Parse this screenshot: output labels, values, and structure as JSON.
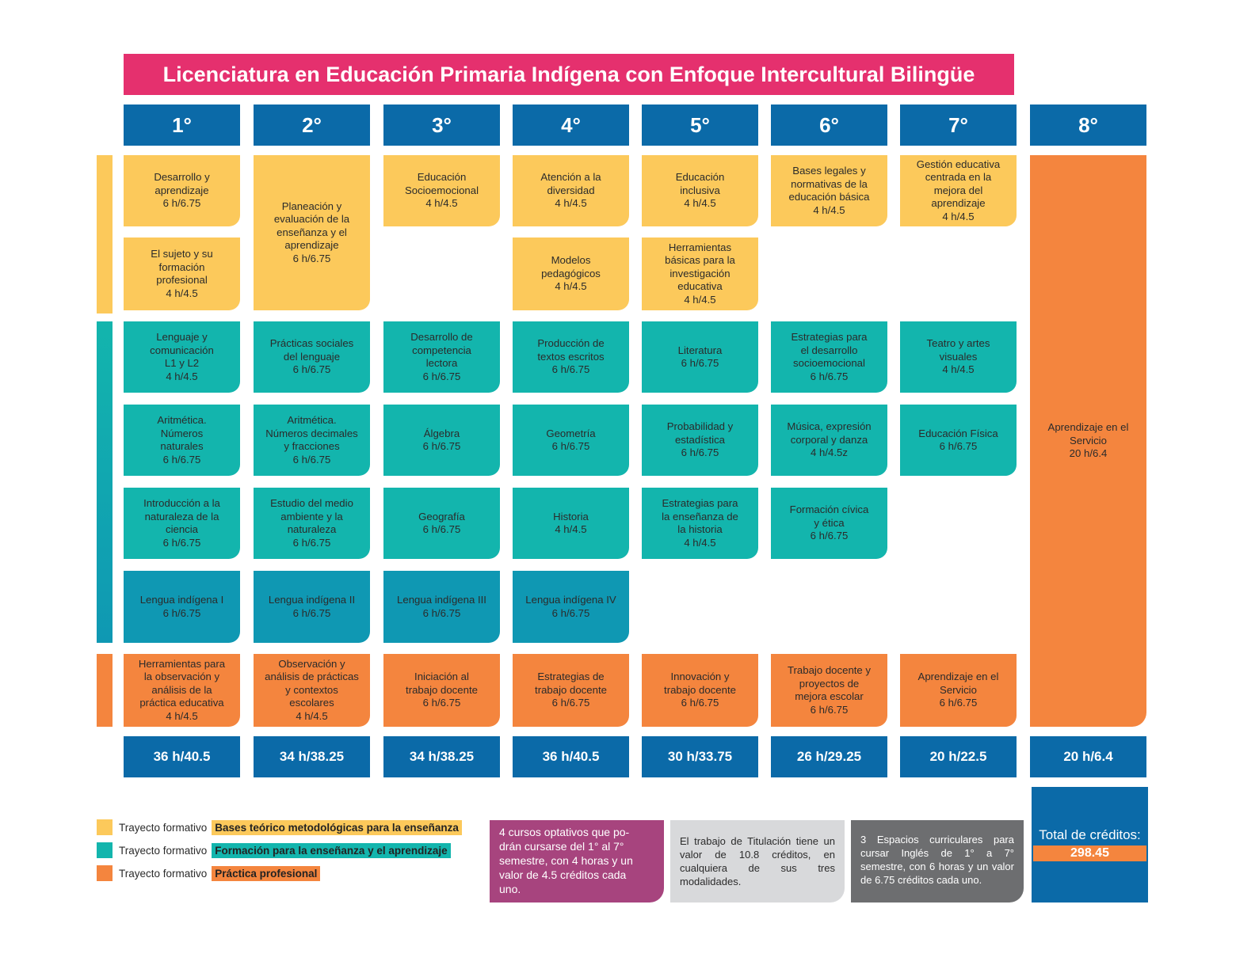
{
  "title": "Licenciatura en Educación Primaria Indígena con Enfoque Intercultural Bilingüe",
  "colors": {
    "title": "#e5306e",
    "header": "#0b6aa8",
    "yellow": "#fcc95b",
    "teal": "#13b5ad",
    "blue": "#0f98b3",
    "orange": "#f4853e",
    "purple": "#a7447e",
    "light_gray": "#d8d9db",
    "dark_gray": "#6d6e70"
  },
  "semesters": [
    "1°",
    "2°",
    "3°",
    "4°",
    "5°",
    "6°",
    "7°",
    "8°"
  ],
  "courses": {
    "c1_1": {
      "name": "Desarrollo y\naprendizaje",
      "hours": "6 h/6.75"
    },
    "c1_2": {
      "name": "El sujeto y su\nformación\nprofesional",
      "hours": "4 h/4.5"
    },
    "c1_3": {
      "name": "Lenguaje y\ncomunicación\nL1 y L2",
      "hours": "4 h/4.5"
    },
    "c1_4": {
      "name": "Aritmética.\nNúmeros\nnaturales",
      "hours": "6 h/6.75"
    },
    "c1_5": {
      "name": "Introducción a la\nnaturaleza de la\nciencia",
      "hours": "6 h/6.75"
    },
    "c1_6": {
      "name": "Lengua indígena I",
      "hours": "6 h/6.75"
    },
    "c1_7": {
      "name": "Herramientas para\nla observación y\nanálisis de la\npráctica educativa",
      "hours": "4 h/4.5"
    },
    "c2_1": {
      "name": "Planeación y\nevaluación de la\nenseñanza y el\naprendizaje",
      "hours": "6 h/6.75"
    },
    "c2_3": {
      "name": "Prácticas sociales\ndel lenguaje",
      "hours": "6 h/6.75"
    },
    "c2_4": {
      "name": "Aritmética.\nNúmeros decimales\ny  fracciones",
      "hours": "6 h/6.75"
    },
    "c2_5": {
      "name": "Estudio del medio\nambiente y la\nnaturaleza",
      "hours": "6 h/6.75"
    },
    "c2_6": {
      "name": "Lengua indígena II",
      "hours": "6 h/6.75"
    },
    "c2_7": {
      "name": "Observación y\nanálisis de prácticas\ny contextos\nescolares",
      "hours": "4 h/4.5"
    },
    "c3_1": {
      "name": "Educación\nSocioemocional",
      "hours": "4 h/4.5"
    },
    "c3_3": {
      "name": "Desarrollo de\ncompetencia\nlectora",
      "hours": "6 h/6.75"
    },
    "c3_4": {
      "name": "Álgebra",
      "hours": "6 h/6.75"
    },
    "c3_5": {
      "name": "Geografía",
      "hours": "6 h/6.75"
    },
    "c3_6": {
      "name": "Lengua indígena III",
      "hours": "6 h/6.75"
    },
    "c3_7": {
      "name": "Iniciación al\ntrabajo docente",
      "hours": "6 h/6.75"
    },
    "c4_1": {
      "name": "Atención a la\ndiversidad",
      "hours": "4 h/4.5"
    },
    "c4_2": {
      "name": "Modelos\npedagógicos",
      "hours": "4 h/4.5"
    },
    "c4_3": {
      "name": "Producción de\ntextos escritos",
      "hours": "6 h/6.75"
    },
    "c4_4": {
      "name": "Geometría",
      "hours": "6 h/6.75"
    },
    "c4_5": {
      "name": "Historia",
      "hours": "4 h/4.5"
    },
    "c4_6": {
      "name": "Lengua indígena IV",
      "hours": "6 h/6.75"
    },
    "c4_7": {
      "name": "Estrategias de\ntrabajo docente",
      "hours": "6 h/6.75"
    },
    "c5_1": {
      "name": "Educación\ninclusiva",
      "hours": "4 h/4.5"
    },
    "c5_2": {
      "name": "Herramientas\nbásicas para la\ninvestigación\neducativa",
      "hours": "4 h/4.5"
    },
    "c5_3": {
      "name": "Literatura",
      "hours": "6 h/6.75"
    },
    "c5_4": {
      "name": "Probabilidad y\nestadística",
      "hours": "6 h/6.75"
    },
    "c5_5": {
      "name": "Estrategias para\nla enseñanza de\nla historia",
      "hours": "4 h/4.5"
    },
    "c5_7": {
      "name": "Innovación y\ntrabajo docente",
      "hours": "6 h/6.75"
    },
    "c6_1": {
      "name": "Bases legales y\nnormativas de la\neducación básica",
      "hours": "4 h/4.5"
    },
    "c6_3": {
      "name": "Estrategias para\nel desarrollo\nsocioemocional",
      "hours": "6 h/6.75"
    },
    "c6_4": {
      "name": "Música, expresión\ncorporal y danza",
      "hours": "4 h/4.5z"
    },
    "c6_5": {
      "name": "Formación cívica\ny ética",
      "hours": "6 h/6.75"
    },
    "c6_7": {
      "name": "Trabajo docente y\nproyectos de\nmejora escolar",
      "hours": "6 h/6.75"
    },
    "c7_1": {
      "name": "Gestión educativa\ncentrada en la\nmejora del\naprendizaje",
      "hours": "4 h/4.5"
    },
    "c7_3": {
      "name": "Teatro y artes\nvisuales",
      "hours": "4 h/4.5"
    },
    "c7_4": {
      "name": "Educación Física",
      "hours": "6 h/6.75"
    },
    "c7_7": {
      "name": "Aprendizaje en el\nServicio",
      "hours": "6 h/6.75"
    },
    "c8": {
      "name": "Aprendizaje en el\nServicio",
      "hours": "20 h/6.4"
    }
  },
  "totals": [
    "36 h/40.5",
    "34 h/38.25",
    "34 h/38.25",
    "36 h/40.5",
    "30 h/33.75",
    "26 h/29.25",
    "20 h/22.5",
    "20 h/6.4"
  ],
  "legend": [
    {
      "prefix": "Trayecto formativo",
      "name": "Bases teórico metodológicas para la enseñanza",
      "color": "#fcc95b"
    },
    {
      "prefix": "Trayecto formativo",
      "name": "Formación para la enseñanza y el aprendizaje",
      "color": "#13b5ad"
    },
    {
      "prefix": "Trayecto formativo",
      "name": "Práctica profesional",
      "color": "#f4853e"
    }
  ],
  "notes": {
    "optional": "4 cursos optativos que po-\ndrán cursarse del 1° al 7°\nsemestre, con 4 horas y un\nvalor de 4.5 créditos cada\nuno.",
    "titulacion": "El trabajo de Titulación tiene un valor de 10.8 créditos, en cualquiera de sus tres modalidades.",
    "ingles": "3 Espacios curriculares para cursar Inglés de 1° a 7° semestre, con 6 horas y un valor de 6.75 créditos cada uno."
  },
  "credits": {
    "label": "Total de créditos:",
    "value": "298.45"
  }
}
